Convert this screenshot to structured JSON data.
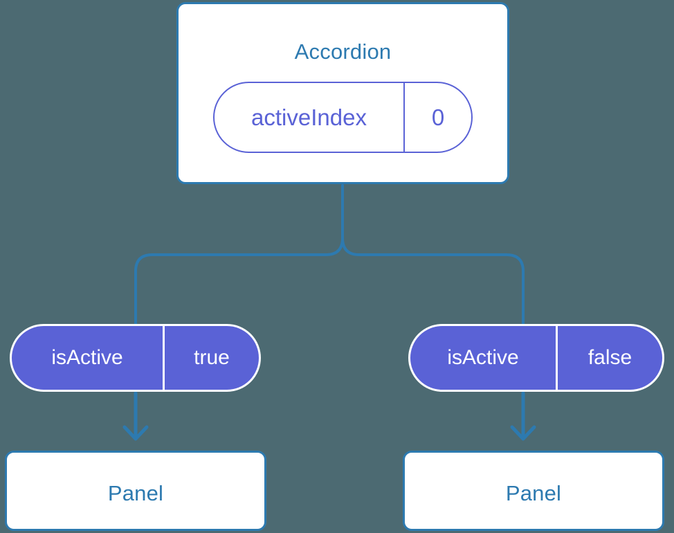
{
  "diagram": {
    "type": "component-tree",
    "background_color": "#4c6a72",
    "accent_blue": "#2d7ab0",
    "accent_purple": "#5a62d6",
    "root": {
      "title": "Accordion",
      "state_pill": {
        "key": "activeIndex",
        "value": "0"
      }
    },
    "children": [
      {
        "prop_pill": {
          "key": "isActive",
          "value": "true"
        },
        "component": {
          "title": "Panel"
        }
      },
      {
        "prop_pill": {
          "key": "isActive",
          "value": "false"
        },
        "component": {
          "title": "Panel"
        }
      }
    ]
  }
}
